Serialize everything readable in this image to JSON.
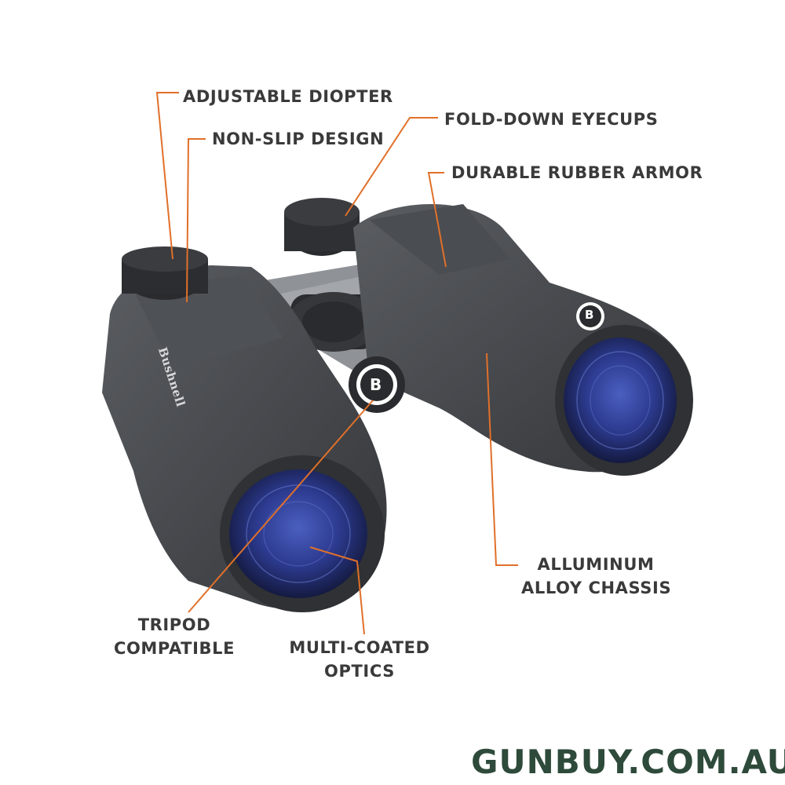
{
  "colors": {
    "callout_text": "#3a3a3a",
    "leader_line": "#e0702a",
    "watermark": "#2e4a3a",
    "body_dark": "#3b3d40",
    "body_mid": "#55585c",
    "frame_grey": "#8e9196",
    "lens_blue": "#2b3a8a"
  },
  "callouts": {
    "adjustable_diopter": "ADJUSTABLE DIOPTER",
    "non_slip_design": "NON-SLIP DESIGN",
    "fold_down_eyecups": "FOLD-DOWN EYECUPS",
    "durable_rubber_armor": "DURABLE RUBBER ARMOR",
    "alluminum_line1": "ALLUMINUM",
    "alluminum_line2": "ALLOY CHASSIS",
    "tripod_line1": "TRIPOD",
    "tripod_line2": "COMPATIBLE",
    "optics_line1": "MULTI-COATED",
    "optics_line2": "OPTICS"
  },
  "product": {
    "brand_wordmark": "Bushnell",
    "badge_letter": "B"
  },
  "watermark": "GUNBUY.COM.AU"
}
